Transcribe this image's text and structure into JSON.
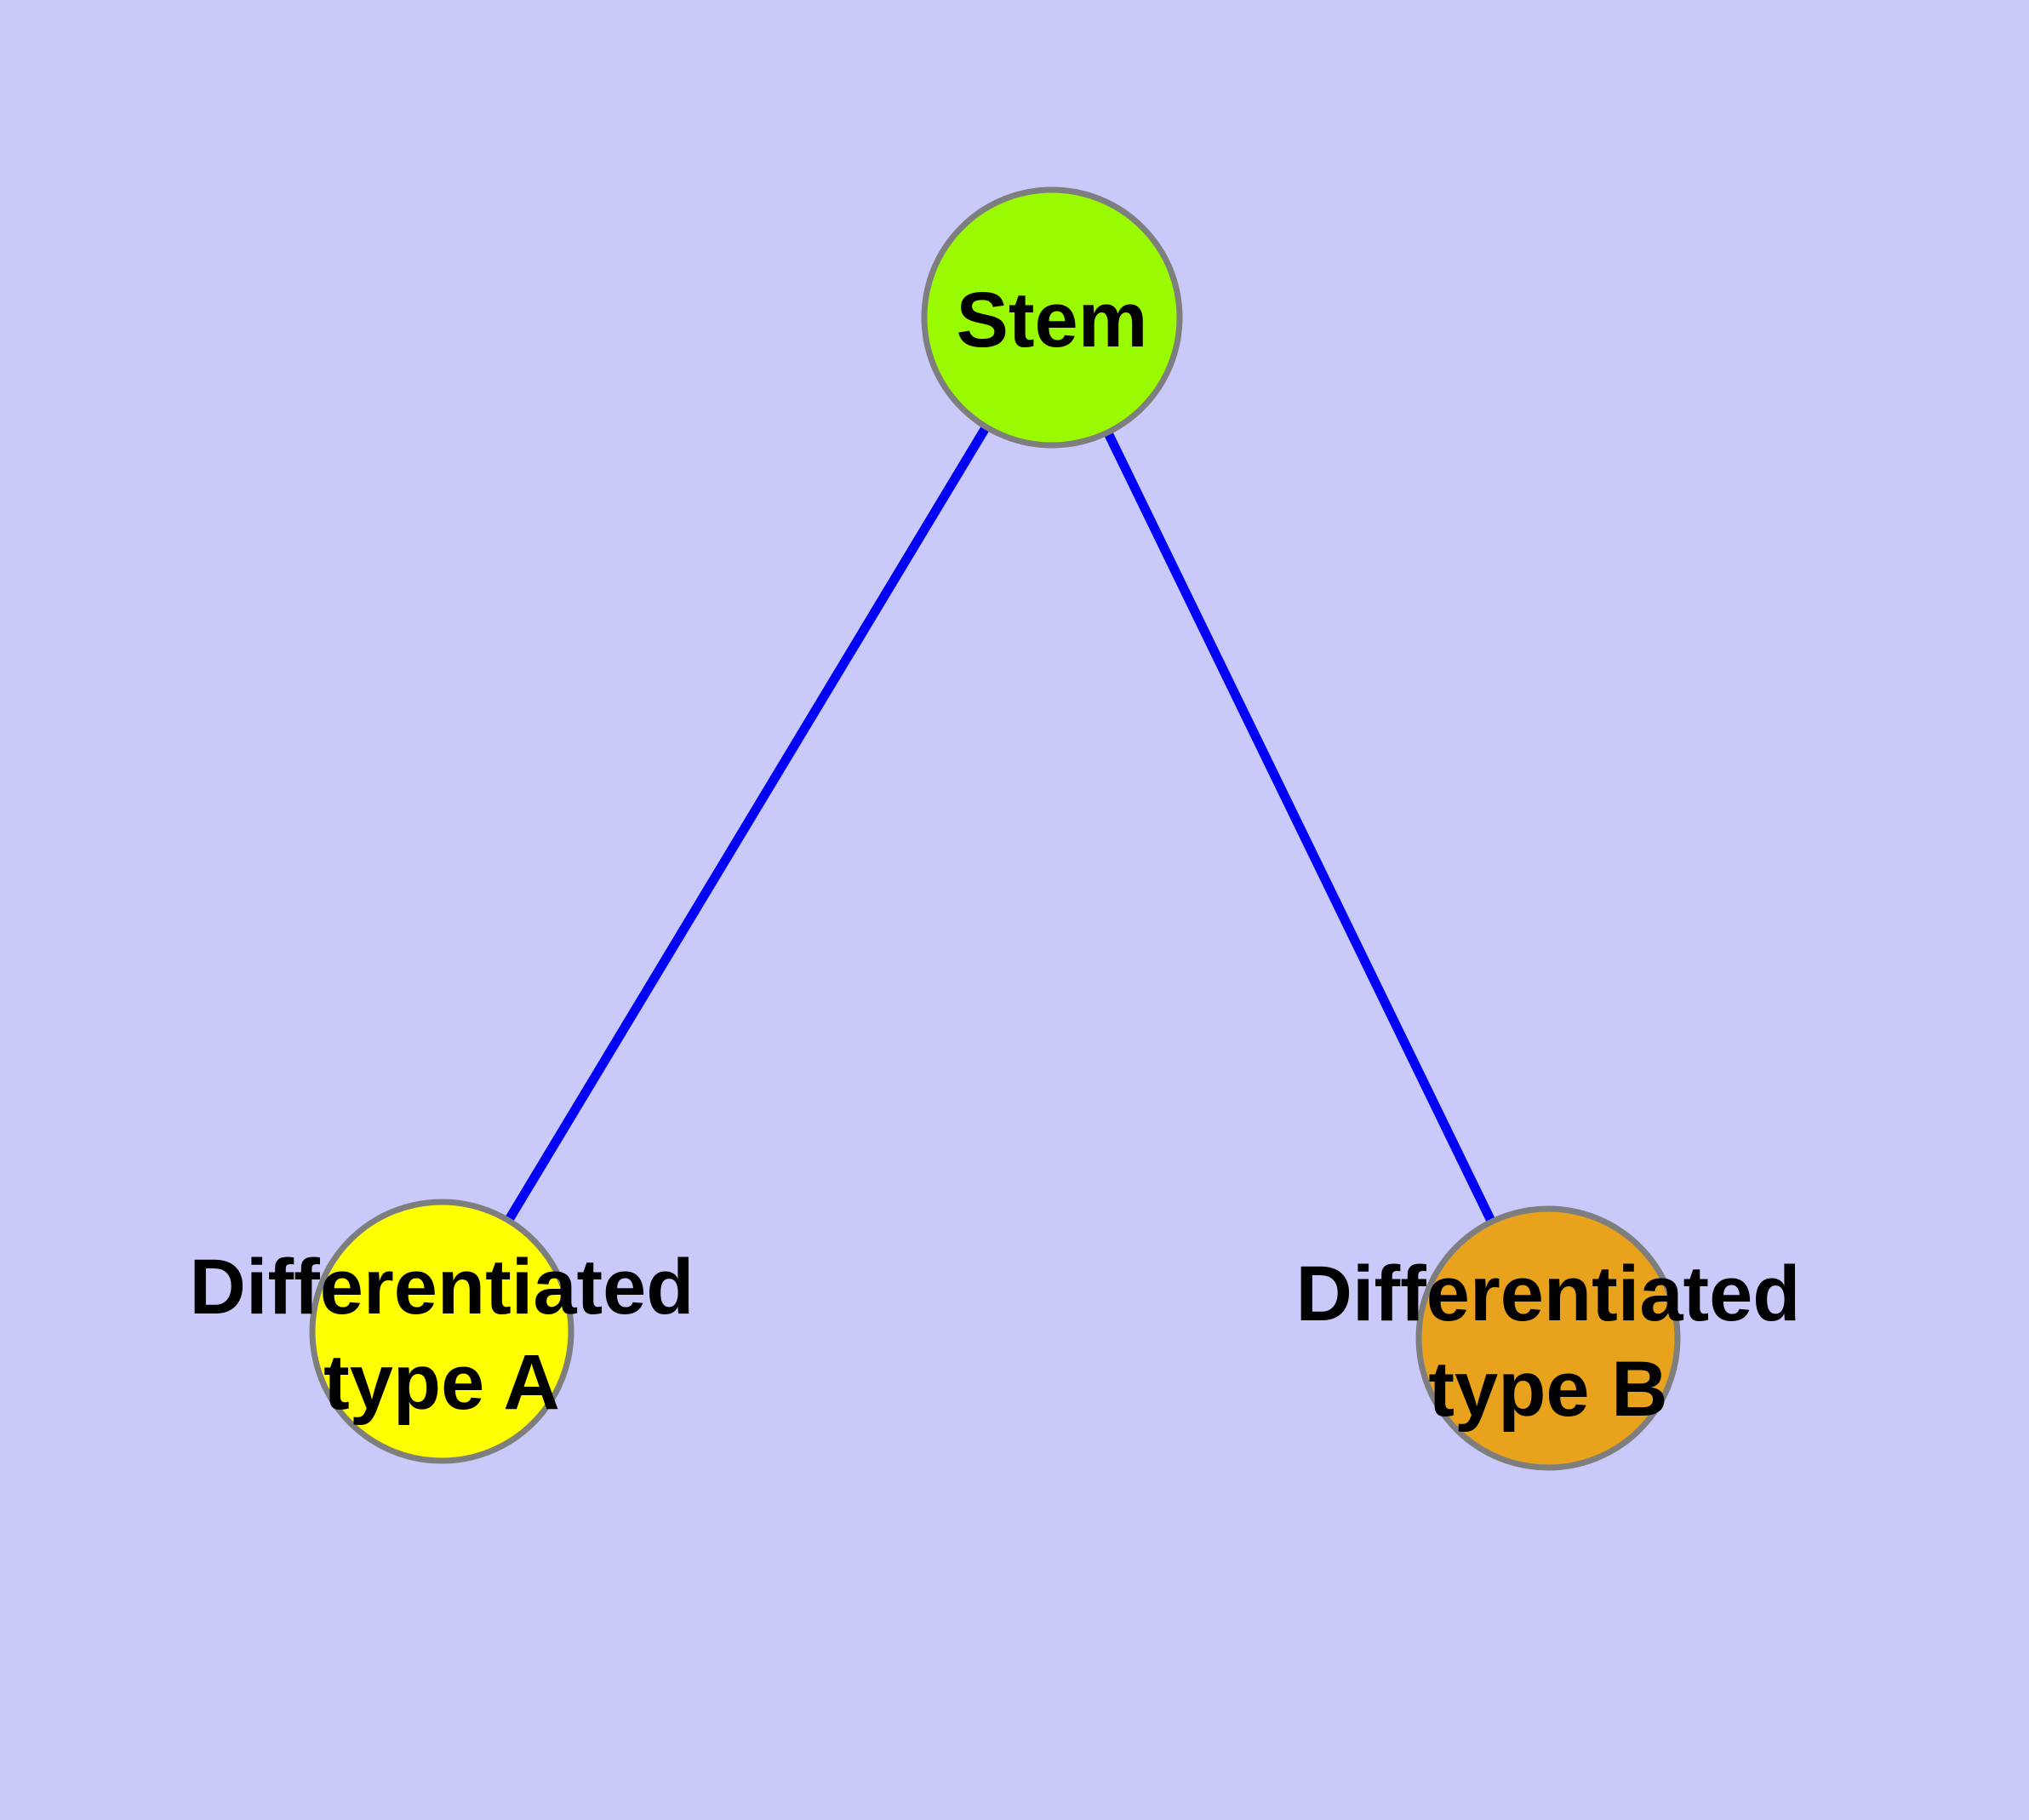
{
  "diagram": {
    "background_color": "#CACAFA",
    "edge_color": "#0202F5",
    "node_border_color": "#7E7E7E",
    "label_color": "#000000",
    "nodes": [
      {
        "id": "stem",
        "label": "Stem",
        "fill": "#9AFA00"
      },
      {
        "id": "differentiated-type-a",
        "label_line1": "Differentiated",
        "label_line2": "type A",
        "fill": "#FFFF00"
      },
      {
        "id": "differentiated-type-b",
        "label_line1": "Differentiated",
        "label_line2": "type B",
        "fill": "#E8A21B"
      }
    ],
    "edges": [
      {
        "from": "Stem",
        "to": "Differentiated type A"
      },
      {
        "from": "Stem",
        "to": "Differentiated type B"
      }
    ]
  }
}
